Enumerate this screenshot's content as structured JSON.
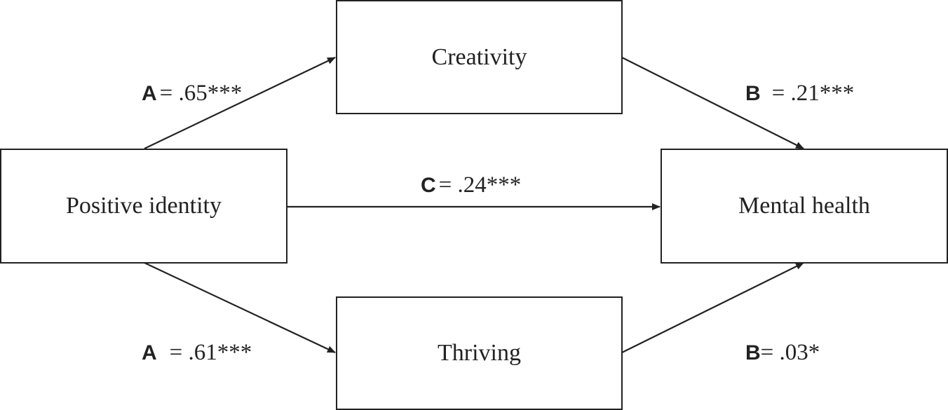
{
  "diagram": {
    "type": "mediation-path-diagram",
    "nodes": {
      "positive_identity": {
        "label": "Positive identity"
      },
      "creativity": {
        "label": "Creativity"
      },
      "thriving": {
        "label": "Thriving"
      },
      "mental_health": {
        "label": "Mental health"
      }
    },
    "paths": {
      "a_creativity": {
        "letter": "A",
        "value": "= .65***",
        "from": "Positive identity",
        "to": "Creativity"
      },
      "b_creativity": {
        "letter": "B",
        "value": "= .21***",
        "from": "Creativity",
        "to": "Mental health"
      },
      "c_direct": {
        "letter": "C",
        "value": "= .24***",
        "from": "Positive identity",
        "to": "Mental health"
      },
      "a_thriving": {
        "letter": "A",
        "value": "= .61***",
        "from": "Positive identity",
        "to": "Thriving"
      },
      "b_thriving": {
        "letter": "B",
        "value": "= .03*",
        "from": "Thriving",
        "to": "Mental health"
      }
    },
    "colors": {
      "stroke": "#222222",
      "background": "#ffffff"
    }
  }
}
